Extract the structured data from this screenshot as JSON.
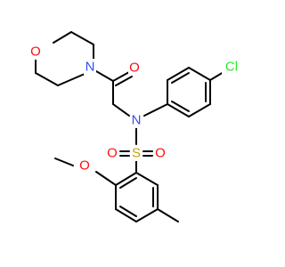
{
  "molecule": {
    "atoms": {
      "o_morpholine": {
        "text": "O",
        "color": "#ff0d0d"
      },
      "n_morpholine": {
        "text": "N",
        "color": "#3050f8"
      },
      "o_carbonyl": {
        "text": "O",
        "color": "#ff0d0d"
      },
      "cl": {
        "text": "Cl",
        "color": "#1ff01f"
      },
      "n_sulfonamide": {
        "text": "N",
        "color": "#3050f8"
      },
      "s": {
        "text": "S",
        "color": "#c8a000"
      },
      "o_sulfonyl_left": {
        "text": "O",
        "color": "#ff0d0d"
      },
      "o_sulfonyl_right": {
        "text": "O",
        "color": "#ff0d0d"
      },
      "o_methoxy": {
        "text": "O",
        "color": "#ff0d0d"
      }
    }
  }
}
